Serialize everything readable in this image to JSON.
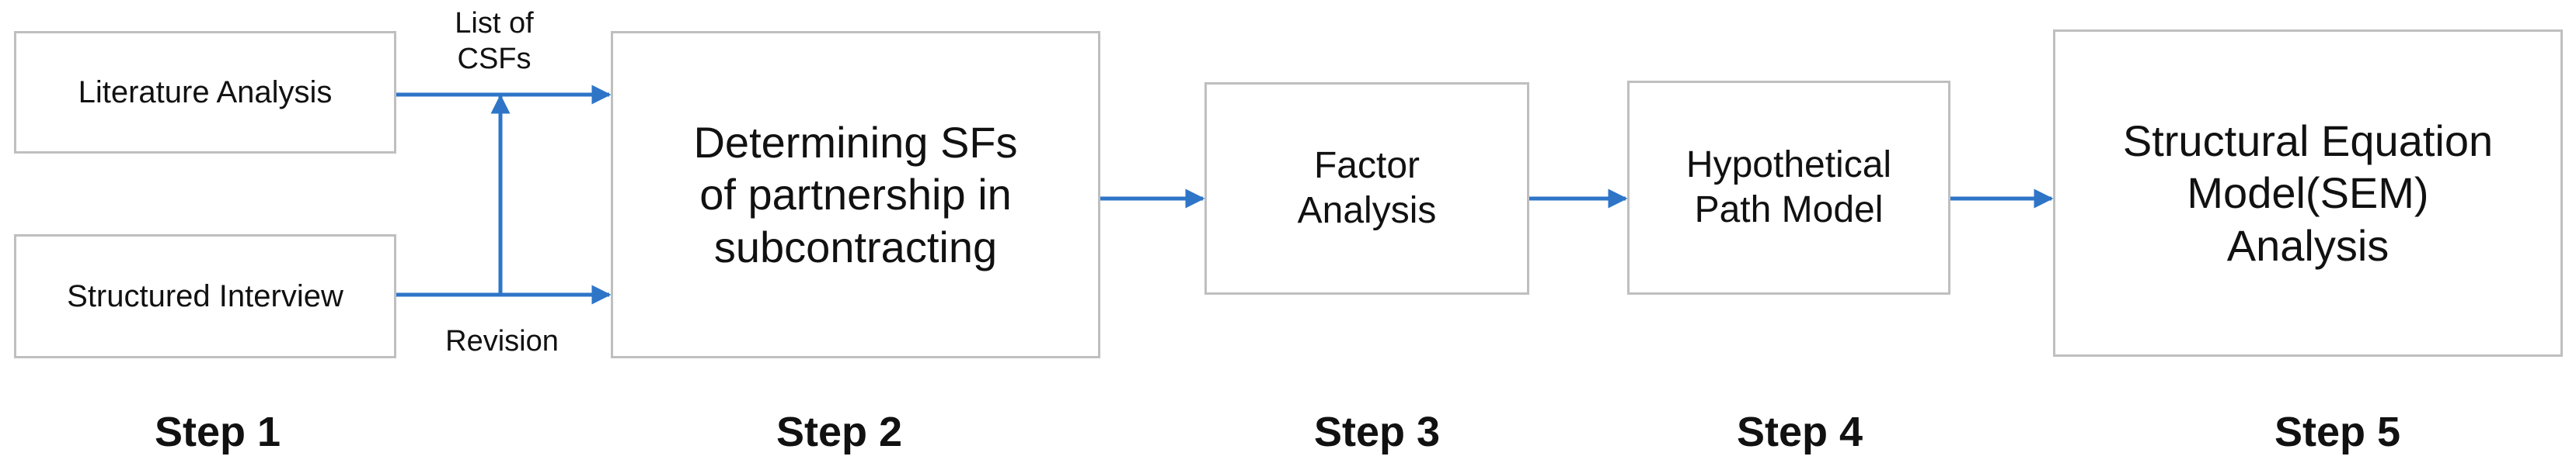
{
  "boxes": {
    "literature": "Literature Analysis",
    "interview": "Structured Interview",
    "step2": "Determining SFs\nof partnership in\nsubcontracting",
    "step3": "Factor\nAnalysis",
    "step4": "Hypothetical\nPath Model",
    "step5": "Structural Equation\nModel(SEM)\nAnalysis"
  },
  "arrow_labels": {
    "csfs": "List of\nCSFs",
    "revision": "Revision"
  },
  "steps": [
    "Step 1",
    "Step 2",
    "Step 3",
    "Step 4",
    "Step 5"
  ],
  "colors": {
    "arrow": "#2e75c8",
    "box_border": "#bfbfbf"
  }
}
